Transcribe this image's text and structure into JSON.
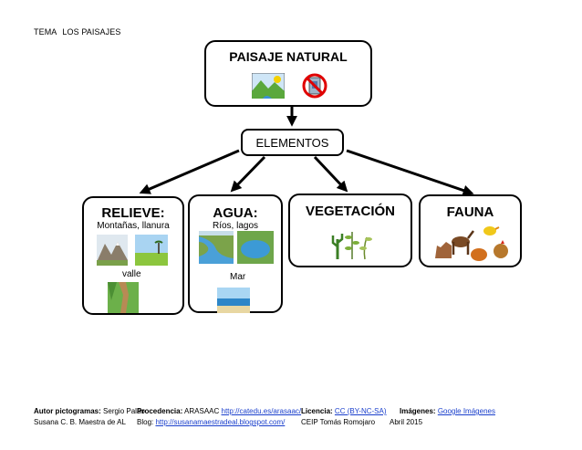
{
  "header": {
    "tema": "TEMA",
    "topic": "LOS PAISAJES"
  },
  "root": {
    "title": "PAISAJE NATURAL"
  },
  "elements": {
    "label": "ELEMENTOS"
  },
  "relieve": {
    "title": "RELIEVE:",
    "subtitle": "Montañas, llanura",
    "valle": "valle"
  },
  "agua": {
    "title": "AGUA:",
    "subtitle": "Ríos, lagos",
    "mar": "Mar"
  },
  "vegetacion": {
    "title": "VEGETACIÓN"
  },
  "fauna": {
    "title": "FAUNA"
  },
  "footer": {
    "autor_label": "Autor pictogramas:",
    "autor_value": "Sergio Palao",
    "procedencia_label": "Procedencia:",
    "procedencia_value": "ARASAAC",
    "procedencia_link": "http://catedu.es/arasaac/",
    "licencia_label": "Licencia:",
    "licencia_link": "CC (BY-NC-SA)",
    "imagenes_label": "Imágenes:",
    "imagenes_link": "Google Imágenes",
    "maestra": "Susana C. B. Maestra de AL",
    "blog_label": "Blog:",
    "blog_link": "http://susanamaestradeal.blogspot.com/",
    "school": "CEIP Tomás  Romojaro",
    "date": "Abril   2015"
  }
}
